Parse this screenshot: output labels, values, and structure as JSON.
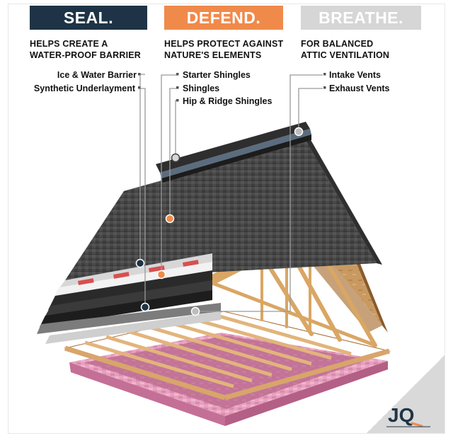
{
  "colors": {
    "seal": "#1e3446",
    "defend": "#f08a4b",
    "breathe": "#d6d6d6",
    "logo": "#1e3446",
    "logo_accent": "#f08a4b"
  },
  "columns": [
    {
      "banner": "SEAL.",
      "subtitle": "HELPS CREATE A\nWATER-PROOF BARRIER",
      "labels": [
        "Ice & Water Barrier",
        "Synthetic Underlayment"
      ]
    },
    {
      "banner": "DEFEND.",
      "subtitle": "HELPS PROTECT AGAINST\nNATURE'S ELEMENTS",
      "labels": [
        "Starter Shingles",
        "Shingles",
        "Hip & Ridge Shingles"
      ]
    },
    {
      "banner": "BREATHE.",
      "subtitle": "FOR BALANCED\nATTIC VENTILATION",
      "labels": [
        "Intake Vents",
        "Exhaust Vents"
      ]
    }
  ],
  "logo": {
    "text": "JQ"
  }
}
